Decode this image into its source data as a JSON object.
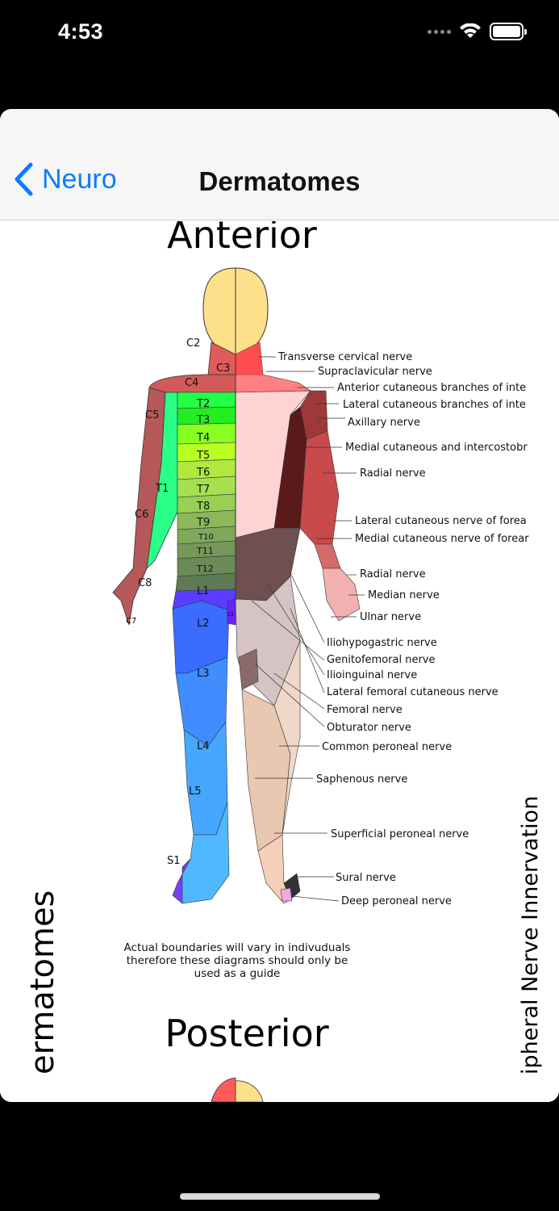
{
  "status": {
    "time": "4:53"
  },
  "nav": {
    "back_label": "Neuro",
    "title": "Dermatomes"
  },
  "diagram": {
    "heading_top": "Anterior",
    "heading_bottom": "Posterior",
    "side_left": "ermatomes",
    "side_right": "ipheral Nerve Innervation",
    "disclaimer": "Actual boundaries will vary in indivuduals therefore these diagrams should only be used as a guide",
    "dermatome_labels": [
      "C2",
      "C3",
      "C4",
      "C5",
      "T2",
      "T3",
      "T4",
      "T5",
      "T6",
      "T7",
      "T8",
      "T9",
      "T10",
      "T11",
      "T12",
      "T1",
      "C6",
      "C8",
      "C7",
      "L1",
      "L2",
      "L3",
      "L4",
      "L5",
      "S1",
      "S3"
    ],
    "nerve_labels": [
      "Transverse cervical nerve",
      "Supraclavicular nerve",
      "Anterior cutaneous branches of inte",
      "Lateral cutaneous branches of inte",
      "Axillary nerve",
      "Medial cutaneous and intercostobr",
      "Radial nerve",
      "Lateral cutaneous nerve of forea",
      "Medial cutaneous nerve of forear",
      "Radial nerve",
      "Median nerve",
      "Ulnar nerve",
      "Iliohypogastric nerve",
      "Genitofemoral nerve",
      "Ilioinguinal nerve",
      "Lateral femoral cutaneous nerve",
      "Femoral nerve",
      "Obturator nerve",
      "Common peroneal nerve",
      "Saphenous nerve",
      "Superficial peroneal nerve",
      "Sural nerve",
      "Deep peroneal nerve"
    ]
  },
  "colors": {
    "accent": "#0a7cff",
    "head": "#ffe08a",
    "c_red": "#d9534f",
    "t_green": "#2bff6a",
    "l_blue": "#4aa8ff"
  }
}
